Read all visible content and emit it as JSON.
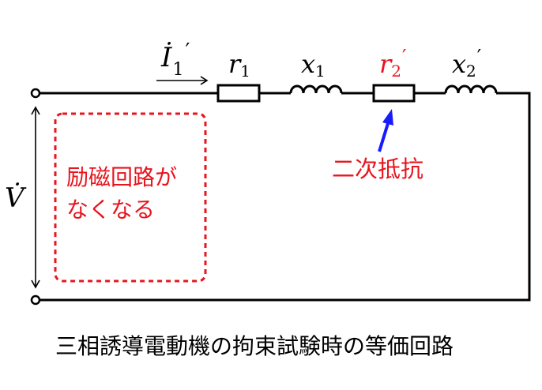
{
  "labels": {
    "current": "İ",
    "current_sub": "1",
    "current_prime": "′",
    "voltage": "V̇",
    "r1": "r",
    "r1_sub": "1",
    "x1": "x",
    "x1_sub": "1",
    "r2": "r",
    "r2_sub": "2",
    "r2_prime": "′",
    "x2": "x",
    "x2_sub": "2",
    "x2_prime": "′"
  },
  "annotations": {
    "secondary_resistance": "二次抵抗",
    "excitation_line1": "励磁回路が",
    "excitation_line2": "なくなる"
  },
  "caption": "三相誘導電動機の拘束試験時の等価回路",
  "colors": {
    "wire": "#000000",
    "highlight": "#e8141e",
    "arrow": "#1a1aff"
  }
}
